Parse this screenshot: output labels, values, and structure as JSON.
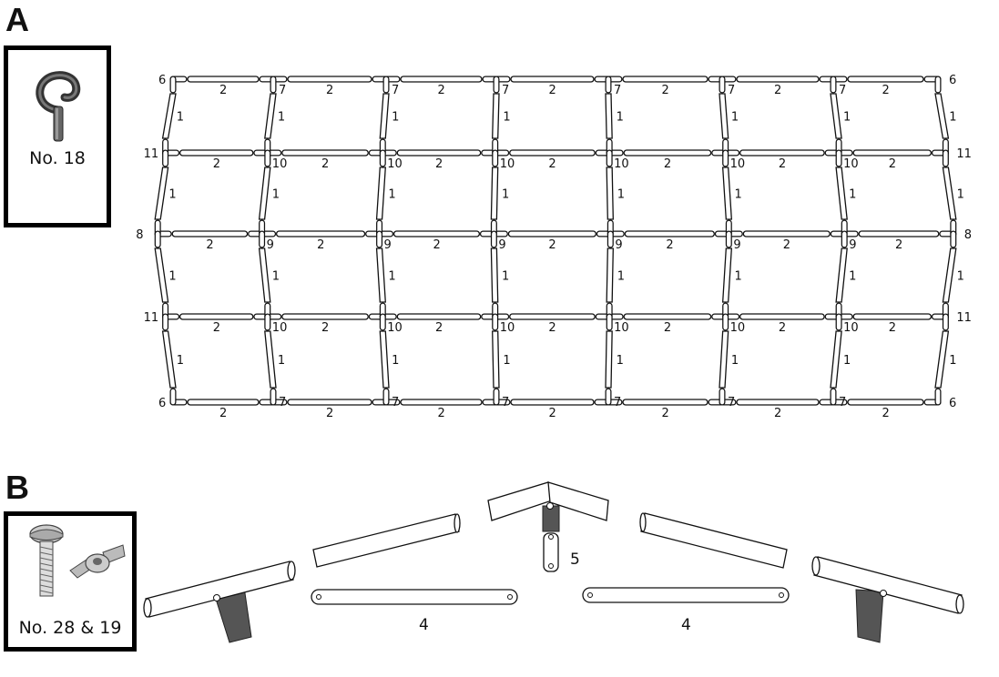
{
  "section_a": {
    "letter": "A",
    "part_caption": "No. 18",
    "part_icon": "eye-screw-icon",
    "grid": {
      "columns": 8,
      "rows": 5,
      "horizontal_tube_label": "2",
      "vertical_tube_label": "1",
      "corner_fitting_label": "6",
      "top_bottom_tee_label": "7",
      "side_tee_label": "11",
      "cross_fitting_label": "10",
      "middle_side_fitting_label": "8",
      "middle_cross_label": "9"
    }
  },
  "section_b": {
    "letter": "B",
    "part_caption": "No. 28 & 19",
    "part_icons": [
      "bolt-icon",
      "wing-nut-icon"
    ],
    "ridge_fitting_label": "5",
    "bottom_tube_left_label": "4",
    "bottom_tube_right_label": "4"
  }
}
